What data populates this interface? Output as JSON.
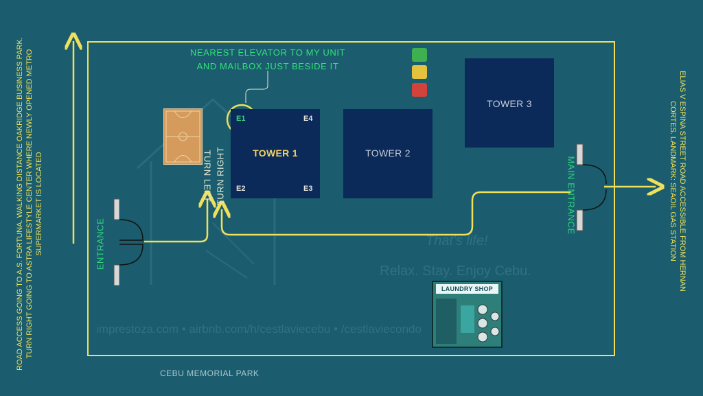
{
  "towers": {
    "tower1": "TOWER 1",
    "tower2": "TOWER 2",
    "tower3": "TOWER 3"
  },
  "elevators": {
    "e1": "E1",
    "e2": "E2",
    "e3": "E3",
    "e4": "E4"
  },
  "note": {
    "line1": "NEAREST ELEVATOR TO MY UNIT",
    "line2": "AND MAILBOX JUST BESIDE IT"
  },
  "directions": {
    "turn_left": "TURN LEFT",
    "turn_right": "TURN RIGHT"
  },
  "entrances": {
    "entrance": "ENTRANCE",
    "main_entrance": "MAIN ENTRANCE"
  },
  "side_notes": {
    "left_line1": "ROAD ACCESS GOING TO A.S. FORTUNA. WALKING DISTANCE OAKRIDGE BUSINESS PARK.",
    "left_line2": "TURN RIGHT GOING TO ASTRA LIFESTYLE CENTER WHERE NEWLY OPENED METRO",
    "left_line3": "SUPERMARKET IS LOCATED",
    "right_line1": "ELIAS V ESPINA STREET  ROAD ACCESSIBLE FROM HERNAN",
    "right_line2": "CORTES. LANDMARK: SEAOIL GAS STATION"
  },
  "bottom_label": "CEBU MEMORIAL PARK",
  "laundry_sign": "LAUNDRY SHOP",
  "watermark": {
    "tagline": "That's life!",
    "slogan": "Relax. Stay. Enjoy Cebu.",
    "links": "imprestoza.com  •  airbnb.com/h/cestlaviecebu  •  /cestlaviecondo"
  },
  "icons": [
    "recycle-bin-green-icon",
    "recycle-bin-yellow-icon",
    "recycle-bin-red-icon",
    "basketball-court-icon",
    "door-icon",
    "arrow-icon"
  ],
  "colors": {
    "background": "#1b5d6e",
    "route": "#f0e05a",
    "tower": "#0b2a5a",
    "note": "#33e07a"
  }
}
